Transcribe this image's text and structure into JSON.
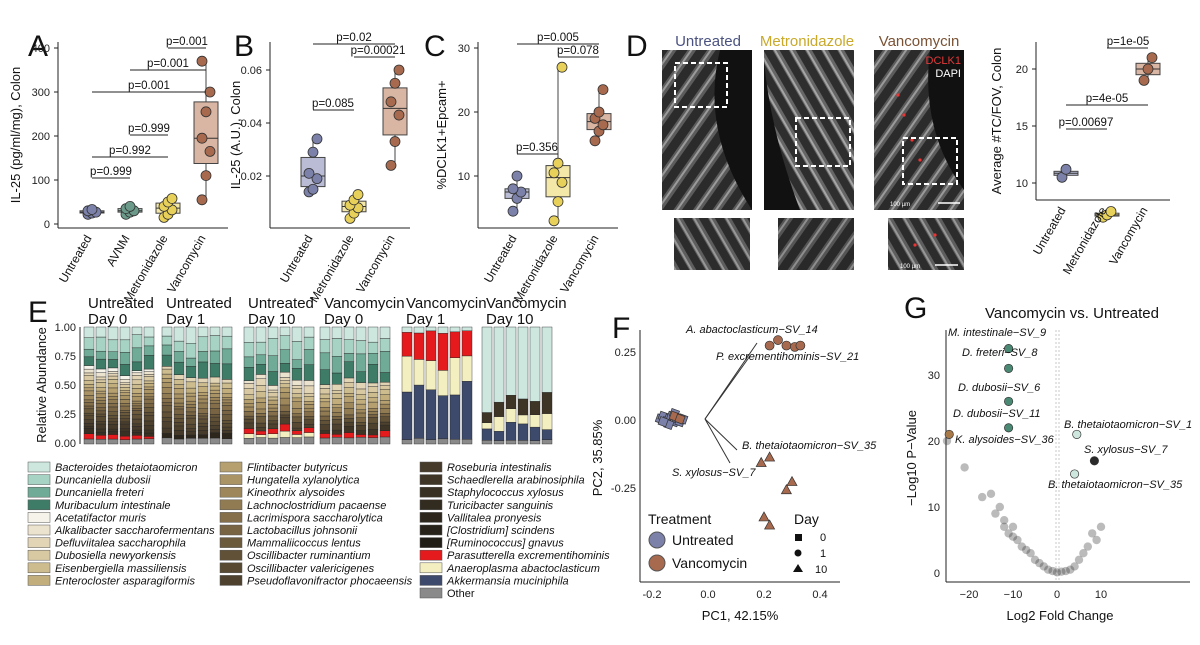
{
  "panels": {
    "A": {
      "label": "A",
      "ylabel": "IL-25 (pg/ml/mg), Colon",
      "yticks": [
        "0",
        "100",
        "200",
        "300",
        "400"
      ],
      "categories": [
        "Untreated",
        "AVNM",
        "Metronidazole",
        "Vancomycin"
      ],
      "pvalues": [
        "p=0.001",
        "p=0.001",
        "p=0.001",
        "p=0.999",
        "p=0.992",
        "p=0.999"
      ]
    },
    "B": {
      "label": "B",
      "ylabel": "IL-25 (A.U.), Colon",
      "yticks": [
        "0.02",
        "0.04",
        "0.06"
      ],
      "categories": [
        "Untreated",
        "Metronidazole",
        "Vancomycin"
      ],
      "pvalues": [
        "p=0.02",
        "p=0.00021",
        "p=0.085"
      ]
    },
    "C": {
      "label": "C",
      "ylabel": "%DCLK1+Epcam+",
      "yticks": [
        "10",
        "20",
        "30"
      ],
      "categories": [
        "Untreated",
        "Metronidazole",
        "Vancomycin"
      ],
      "pvalues": [
        "p=0.005",
        "p=0.078",
        "p=0.356"
      ]
    },
    "D": {
      "label": "D",
      "image_titles": [
        "Untreated",
        "Metronidazole",
        "Vancomycin"
      ],
      "stain_labels": [
        "DCLK1",
        "DAPI"
      ],
      "scalebars": [
        "100 µm",
        "100 µm"
      ],
      "ylabel": "Average #TC/FOV, Colon",
      "yticks": [
        "10",
        "15",
        "20"
      ],
      "categories": [
        "Untreated",
        "Metronidazole",
        "Vancomycin"
      ],
      "pvalues": [
        "p=1e-05",
        "p=4e-05",
        "p=0.00697"
      ]
    },
    "E": {
      "label": "E",
      "ylabel": "Relative Abundance",
      "yticks": [
        "0.00",
        "0.25",
        "0.50",
        "0.75",
        "1.00"
      ],
      "groups": [
        {
          "line1": "Untreated",
          "line2": "Day 0"
        },
        {
          "line1": "Untreated",
          "line2": "Day 1"
        },
        {
          "line1": "Untreated",
          "line2": "Day 10"
        },
        {
          "line1": "Vancomycin",
          "line2": "Day 0"
        },
        {
          "line1": "Vancomycin",
          "line2": "Day 1"
        },
        {
          "line1": "Vancomycin",
          "line2": "Day 10"
        }
      ],
      "legend": [
        {
          "name": "Bacteroides thetaiotaomicron",
          "color": "#cde7df"
        },
        {
          "name": "Duncaniella dubosii",
          "color": "#a7d3c4"
        },
        {
          "name": "Duncaniella freteri",
          "color": "#6fab96"
        },
        {
          "name": "Muribaculum intestinale",
          "color": "#3f7c68"
        },
        {
          "name": "Acetatifactor muris",
          "color": "#f6f3ea"
        },
        {
          "name": "Alkalibacter saccharofermentans",
          "color": "#ece3cf"
        },
        {
          "name": "Defluviitalea saccharophila",
          "color": "#e2d5b6"
        },
        {
          "name": "Dubosiella newyorkensis",
          "color": "#d8c9a2"
        },
        {
          "name": "Eisenbergiella massiliensis",
          "color": "#cdbc8e"
        },
        {
          "name": "Enterocloster asparagiformis",
          "color": "#c2ae7d"
        },
        {
          "name": "Flintibacter butyricus",
          "color": "#b6a070"
        },
        {
          "name": "Hungatella xylanolytica",
          "color": "#aa9365"
        },
        {
          "name": "Kineothrix alysoides",
          "color": "#9e875b"
        },
        {
          "name": "Lachnoclostridium pacaense",
          "color": "#917b52"
        },
        {
          "name": "Lacrimispora saccharolytica",
          "color": "#846f4a"
        },
        {
          "name": "Lactobacillus johnsonii",
          "color": "#786443"
        },
        {
          "name": "Mammaliicoccus lentus",
          "color": "#6c5a3d"
        },
        {
          "name": "Oscillibacter ruminantium",
          "color": "#615137"
        },
        {
          "name": "Oscillibacter valericigenes",
          "color": "#574932"
        },
        {
          "name": "Pseudoflavonifractor phocaeensis",
          "color": "#4e422e"
        },
        {
          "name": "Roseburia intestinalis",
          "color": "#463b2a"
        },
        {
          "name": "Schaedlerella arabinosiphila",
          "color": "#3f3526"
        },
        {
          "name": "Staphylococcus xylosus",
          "color": "#383022"
        },
        {
          "name": "Turicibacter sanguinis",
          "color": "#322b1f"
        },
        {
          "name": "Vallitalea pronyesis",
          "color": "#2c261c"
        },
        {
          "name": "[Clostridium] scindens",
          "color": "#262119"
        },
        {
          "name": "[Ruminococcus] gnavus",
          "color": "#201c16"
        },
        {
          "name": "Parasutterella excrementihominis",
          "color": "#e41a1c"
        },
        {
          "name": "Anaeroplasma abactoclasticum",
          "color": "#f3efc0"
        },
        {
          "name": "Akkermansia muciniphila",
          "color": "#3d4a6b"
        },
        {
          "name": "Other",
          "color": "#8a8a8a"
        }
      ]
    },
    "F": {
      "label": "F",
      "xlabel": "PC1, 42.15%",
      "ylabel": "PC2, 35.85%",
      "xticks": [
        "-0.2",
        "0.0",
        "0.2",
        "0.4"
      ],
      "yticks": [
        "0.25",
        "0.00",
        "-0.25"
      ],
      "loadings": [
        "A. abactoclasticum−SV_14",
        "P. excrementihominis−SV_21",
        "B. thetaiotaomicron−SV_35",
        "S. xylosus−SV_7"
      ],
      "legend_title_treatment": "Treatment",
      "treatments": [
        "Untreated",
        "Vancomycin"
      ],
      "legend_title_day": "Day",
      "days": [
        "0",
        "1",
        "10"
      ]
    },
    "G": {
      "label": "G",
      "title": "Vancomycin vs. Untreated",
      "xlabel": "Log2 Fold Change",
      "ylabel": "−Log10 P−Value",
      "xticks": [
        "−20",
        "−10",
        "0",
        "10"
      ],
      "yticks": [
        "0",
        "10",
        "20",
        "30"
      ],
      "annotations": [
        "M. intestinale−SV_9",
        "D. freteri−SV_8",
        "D. dubosii−SV_6",
        "D. dubosii−SV_11",
        "K. alysoides−SV_36",
        "B. thetaiotaomicron−SV_1",
        "S. xylosus−SV_7",
        "B. thetaiotaomicron−SV_35"
      ]
    }
  },
  "colors": {
    "untreated": "#7b81a8",
    "avnm": "#6b9a8a",
    "metronidazole": "#e8d15a",
    "vancomycin": "#a86a4e"
  },
  "chart_data": [
    {
      "type": "box",
      "panel": "A",
      "categories": [
        "Untreated",
        "AVNM",
        "Metronidazole",
        "Vancomycin"
      ],
      "series": [
        {
          "name": "Untreated",
          "values": [
            22,
            25,
            27,
            30,
            33
          ]
        },
        {
          "name": "AVNM",
          "values": [
            22,
            27,
            30,
            35,
            40
          ]
        },
        {
          "name": "Metronidazole",
          "values": [
            15,
            22,
            32,
            40,
            50,
            58
          ]
        },
        {
          "name": "Vancomycin",
          "values": [
            55,
            110,
            165,
            195,
            255,
            300,
            370
          ]
        }
      ],
      "ylim": [
        0,
        420
      ]
    },
    {
      "type": "box",
      "panel": "B",
      "categories": [
        "Untreated",
        "Metronidazole",
        "Vancomycin"
      ],
      "series": [
        {
          "name": "Untreated",
          "values": [
            0.014,
            0.015,
            0.019,
            0.021,
            0.029,
            0.034
          ]
        },
        {
          "name": "Metronidazole",
          "values": [
            0.004,
            0.006,
            0.008,
            0.009,
            0.011,
            0.013
          ]
        },
        {
          "name": "Vancomycin",
          "values": [
            0.024,
            0.033,
            0.043,
            0.048,
            0.055,
            0.06
          ]
        }
      ],
      "ylim": [
        0,
        0.065
      ]
    },
    {
      "type": "box",
      "panel": "C",
      "categories": [
        "Untreated",
        "Metronidazole",
        "Vancomycin"
      ],
      "series": [
        {
          "name": "Untreated",
          "values": [
            4.5,
            6.5,
            7.5,
            8,
            10
          ]
        },
        {
          "name": "Metronidazole",
          "values": [
            3,
            6,
            9,
            10.5,
            12,
            27
          ]
        },
        {
          "name": "Vancomycin",
          "values": [
            15.5,
            17,
            18,
            19,
            20,
            23.5
          ]
        }
      ],
      "ylim": [
        0,
        32
      ]
    },
    {
      "type": "box",
      "panel": "D",
      "categories": [
        "Untreated",
        "Metronidazole",
        "Vancomycin"
      ],
      "series": [
        {
          "name": "Untreated",
          "values": [
            10.5,
            11.2
          ]
        },
        {
          "name": "Metronidazole",
          "values": [
            7.0,
            7.2,
            7.5
          ]
        },
        {
          "name": "Vancomycin",
          "values": [
            19.0,
            20.0,
            21.0
          ]
        }
      ],
      "ylim": [
        5,
        23
      ]
    },
    {
      "type": "scatter",
      "panel": "F",
      "series": [
        {
          "name": "Untreated",
          "points": [
            [
              -0.17,
              0.0
            ],
            [
              -0.16,
              0.01
            ],
            [
              -0.15,
              -0.01
            ],
            [
              -0.14,
              0.0
            ],
            [
              -0.13,
              0.01
            ],
            [
              -0.12,
              -0.01
            ],
            [
              -0.11,
              0.0
            ],
            [
              -0.1,
              -0.01
            ],
            [
              -0.09,
              0.0
            ],
            [
              -0.12,
              0.02
            ],
            [
              -0.14,
              -0.02
            ],
            [
              -0.16,
              -0.01
            ]
          ]
        },
        {
          "name": "Vancomycin",
          "points": [
            [
              0.22,
              0.27
            ],
            [
              0.25,
              0.29
            ],
            [
              0.28,
              0.27
            ],
            [
              0.31,
              0.265
            ],
            [
              0.33,
              0.27
            ],
            [
              -0.12,
              0.01
            ],
            [
              -0.1,
              0.0
            ],
            [
              0.19,
              -0.16
            ],
            [
              0.22,
              -0.14
            ],
            [
              0.3,
              -0.23
            ],
            [
              0.28,
              -0.26
            ],
            [
              0.2,
              -0.36
            ],
            [
              0.22,
              -0.39
            ]
          ]
        }
      ],
      "xlim": [
        -0.22,
        0.42
      ],
      "ylim": [
        -0.55,
        0.33
      ]
    },
    {
      "type": "scatter",
      "panel": "G",
      "series": [
        {
          "name": "Labeled",
          "points": [
            [
              -11,
              34
            ],
            [
              -11,
              31
            ],
            [
              -11,
              26
            ],
            [
              -11,
              22
            ],
            [
              -24.5,
              21
            ],
            [
              4.5,
              21
            ],
            [
              8.5,
              17
            ],
            [
              4,
              15
            ]
          ]
        },
        {
          "name": "Other",
          "points": [
            [
              -25,
              20
            ],
            [
              -21,
              16
            ],
            [
              -17,
              11.5
            ],
            [
              -14,
              9
            ],
            [
              -12,
              7
            ],
            [
              -11,
              6
            ],
            [
              -10,
              5.5
            ],
            [
              -9,
              5
            ],
            [
              -8,
              4
            ],
            [
              -7,
              3.5
            ],
            [
              -6,
              3
            ],
            [
              -5,
              2
            ],
            [
              -4,
              1.5
            ],
            [
              -3,
              1
            ],
            [
              -2,
              0.5
            ],
            [
              -1,
              0.3
            ],
            [
              0,
              0.1
            ],
            [
              1,
              0.2
            ],
            [
              2,
              0.3
            ],
            [
              4,
              1
            ],
            [
              6,
              3
            ],
            [
              8,
              6
            ],
            [
              9,
              5
            ],
            [
              10,
              7
            ],
            [
              7,
              4
            ],
            [
              5,
              2
            ],
            [
              3,
              0.5
            ],
            [
              -15,
              12
            ],
            [
              -13,
              10
            ],
            [
              -12,
              8
            ],
            [
              -10,
              7
            ]
          ]
        }
      ],
      "xlim": [
        -28,
        12
      ],
      "ylim": [
        -1,
        37
      ]
    }
  ]
}
